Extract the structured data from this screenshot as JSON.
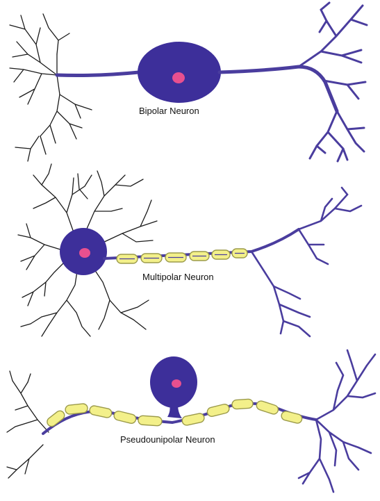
{
  "colors": {
    "soma": "#3d2f9a",
    "axon": "#4a3d9e",
    "nucleus": "#e8508f",
    "myelin_fill": "#f3f08a",
    "myelin_stroke": "#9b9a4a",
    "sensory_dendrite": "#1a1a1a",
    "background": "#ffffff"
  },
  "diagrams": [
    {
      "id": "bipolar",
      "label": "Bipolar Neuron"
    },
    {
      "id": "multipolar",
      "label": "Multipolar Neuron"
    },
    {
      "id": "pseudounipolar",
      "label": "Pseudounipolar Neuron"
    }
  ]
}
